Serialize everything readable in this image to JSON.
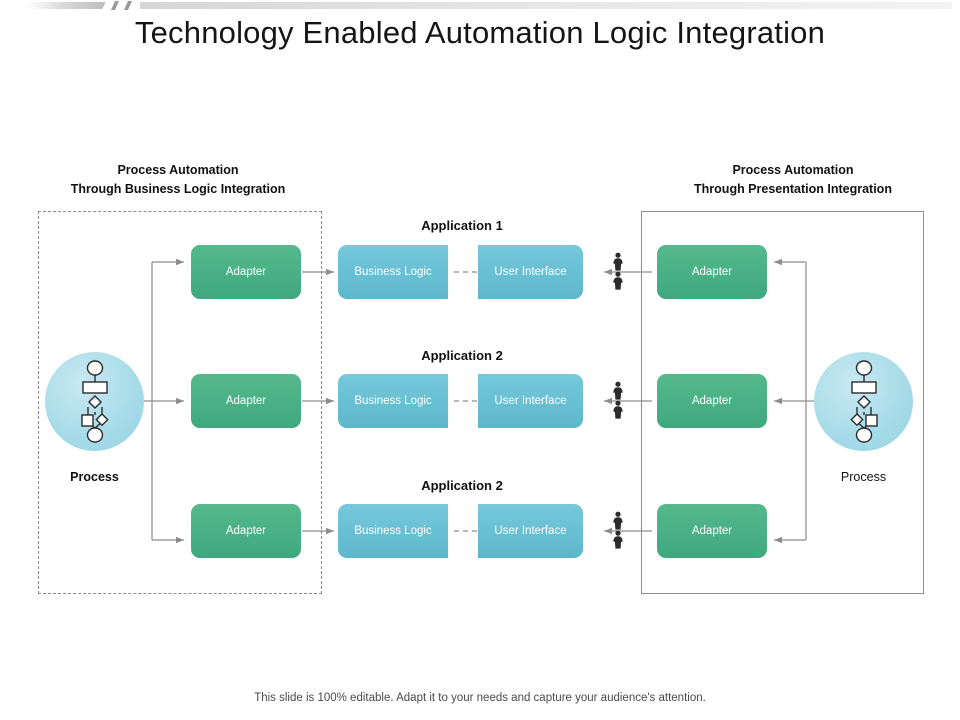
{
  "slide": {
    "title": "Technology Enabled Automation Logic Integration",
    "footer": "This slide is 100% editable. Adapt it to your needs and capture your audience's attention."
  },
  "sections": {
    "left": {
      "heading_line1": "Process Automation",
      "heading_line2": "Through Business Logic Integration",
      "process_label": "Process",
      "adapter_labels": [
        "Adapter",
        "Adapter",
        "Adapter"
      ]
    },
    "right": {
      "heading_line1": "Process Automation",
      "heading_line2": "Through Presentation Integration",
      "process_label": "Process",
      "adapter_labels": [
        "Adapter",
        "Adapter",
        "Adapter"
      ]
    }
  },
  "applications": [
    {
      "label": "Application 1",
      "business_logic_label": "Business Logic",
      "user_interface_label": "User Interface"
    },
    {
      "label": "Application 2",
      "business_logic_label": "Business Logic",
      "user_interface_label": "User Interface"
    },
    {
      "label": "Application 2",
      "business_logic_label": "Business Logic",
      "user_interface_label": "User Interface"
    }
  ],
  "icons": {
    "process_flowchart": "flowchart-icon",
    "user_pair": "people-icon"
  },
  "colors": {
    "adapter_green": "#49b185",
    "logic_blue": "#69c0d3",
    "process_circle": "#a6dbe8",
    "connector_gray": "#8d8d8d",
    "title_black": "#151515",
    "footer_gray": "#4a4a4a"
  }
}
